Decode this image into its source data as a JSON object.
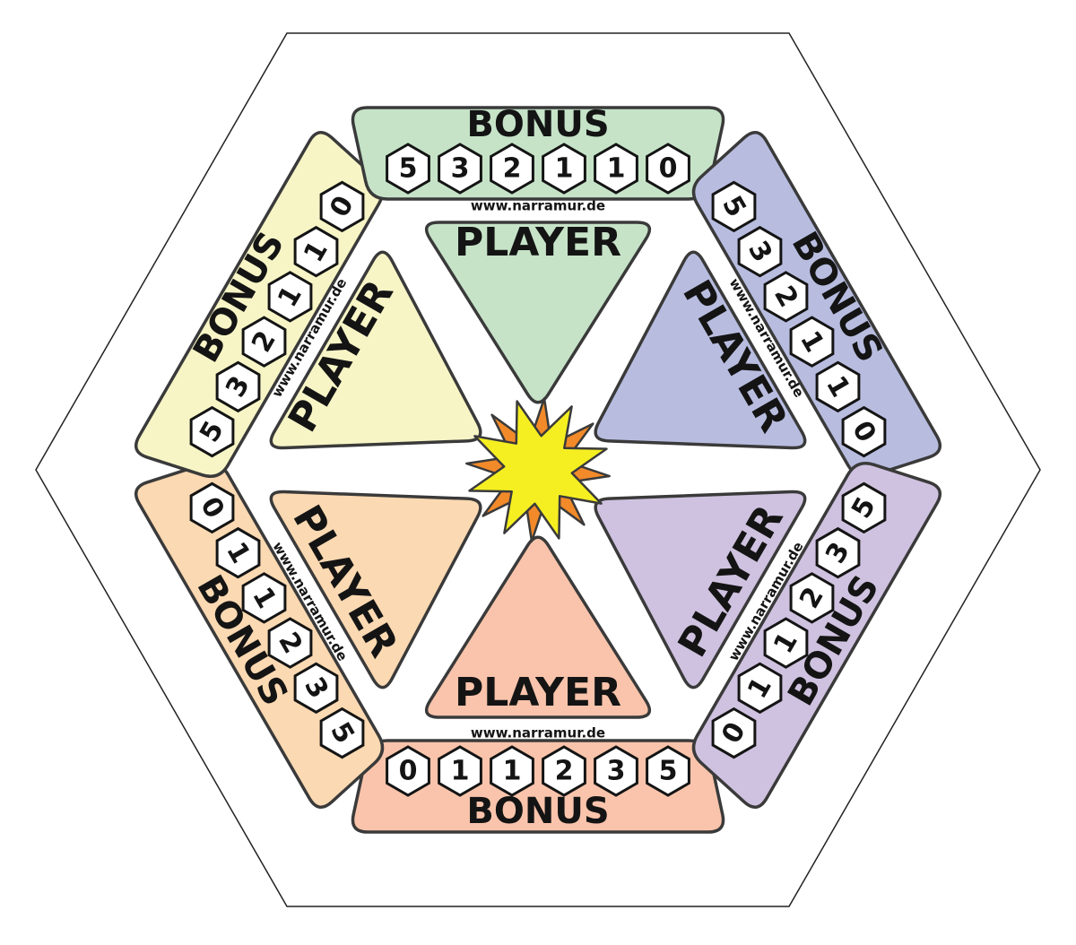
{
  "board": {
    "colors": {
      "background": "#ffffff",
      "outline": "#3a3a3a",
      "star_outer": "#f28a2a",
      "star_inner": "#f5ef22"
    },
    "sections": [
      {
        "id": "bottom",
        "player_label": "PLAYER",
        "bonus_label": "BONUS",
        "site_label": "www.narramur.de",
        "bonus_values": [
          "0",
          "1",
          "1",
          "2",
          "3",
          "5"
        ],
        "player_color": "#f9c4ab",
        "bonus_color": "#f9c4ab"
      },
      {
        "id": "lower-right",
        "player_label": "PLAYER",
        "bonus_label": "BONUS",
        "site_label": "www.narramur.de",
        "bonus_values": [
          "0",
          "1",
          "1",
          "2",
          "3",
          "5"
        ],
        "player_color": "#fbd9b2",
        "bonus_color": "#fbd9b2"
      },
      {
        "id": "upper-right",
        "player_label": "PLAYER",
        "bonus_label": "BONUS",
        "site_label": "www.narramur.de",
        "bonus_values": [
          "0",
          "1",
          "1",
          "2",
          "3",
          "5"
        ],
        "player_color": "#f7f5c6",
        "bonus_color": "#f7f5c6"
      },
      {
        "id": "top",
        "player_label": "PLAYER",
        "bonus_label": "BONUS",
        "site_label": "www.narramur.de",
        "bonus_values": [
          "0",
          "1",
          "1",
          "2",
          "3",
          "5"
        ],
        "player_color": "#c6e3c8",
        "bonus_color": "#c6e3c8"
      },
      {
        "id": "upper-left",
        "player_label": "PLAYER",
        "bonus_label": "BONUS",
        "site_label": "www.narramur.de",
        "bonus_values": [
          "0",
          "1",
          "1",
          "2",
          "3",
          "5"
        ],
        "player_color": "#b8bde0",
        "bonus_color": "#b8bde0"
      },
      {
        "id": "lower-left",
        "player_label": "PLAYER",
        "bonus_label": "BONUS",
        "site_label": "www.narramur.de",
        "bonus_values": [
          "0",
          "1",
          "1",
          "2",
          "3",
          "5"
        ],
        "player_color": "#cfc2e0",
        "bonus_color": "#cfc2e0"
      }
    ]
  }
}
